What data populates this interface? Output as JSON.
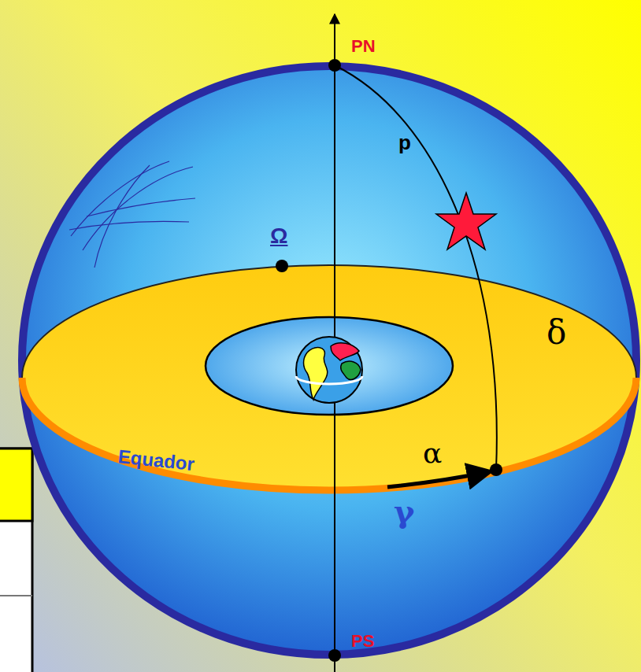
{
  "diagram": {
    "labels": [
      "PN",
      "p",
      "Ω",
      "δ",
      "Equador",
      "α",
      "γ",
      "PS"
    ]
  }
}
